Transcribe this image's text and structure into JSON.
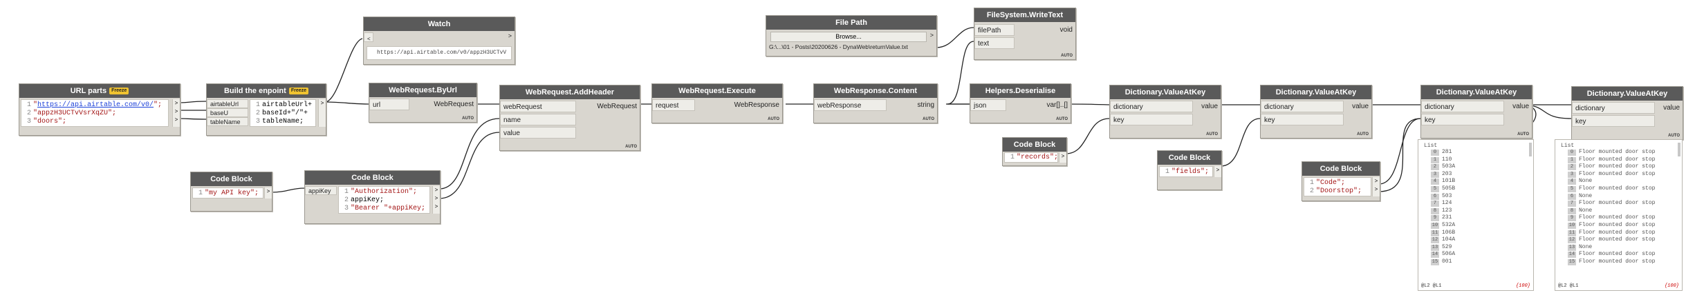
{
  "url_parts": {
    "title": "URL parts",
    "badge": "Freeze",
    "lines": [
      {
        "n": "1",
        "pre": "\"",
        "link": "https://api.airtable.com/v0/",
        "post": "\";"
      },
      {
        "n": "2",
        "text": "\"appzH3UCTvVsrXqZU\";"
      },
      {
        "n": "3",
        "text": "\"doors\";"
      }
    ]
  },
  "build_endpoint": {
    "title": "Build the enpoint",
    "badge": "Freeze",
    "inputs": [
      "airtableUrl",
      "baseU",
      "tableName"
    ],
    "lines": [
      {
        "n": "1",
        "text": "airtableUrl+"
      },
      {
        "n": "2",
        "text": "baseId+\"/\"+"
      },
      {
        "n": "3",
        "text": "tableName;"
      }
    ]
  },
  "watch": {
    "title": "Watch",
    "value": "https://api.airtable.com/v0/appzH3UCTvV"
  },
  "file_path": {
    "title": "File Path",
    "button": "Browse...",
    "value": "G:\\...\\01 - Posts\\20200626 - DynaWeb\\returnValue.txt"
  },
  "write_text": {
    "title": "FileSystem.WriteText",
    "inputs": [
      "filePath",
      "text"
    ],
    "output": "void",
    "lacing": "AUTO"
  },
  "by_url": {
    "title": "WebRequest.ByUrl",
    "inputs": [
      "url"
    ],
    "output": "WebRequest",
    "lacing": "AUTO"
  },
  "add_header": {
    "title": "WebRequest.AddHeader",
    "inputs": [
      "webRequest",
      "name",
      "value"
    ],
    "output": "WebRequest",
    "lacing": "AUTO"
  },
  "execute": {
    "title": "WebRequest.Execute",
    "inputs": [
      "request"
    ],
    "output": "WebResponse",
    "lacing": "AUTO"
  },
  "content": {
    "title": "WebResponse.Content",
    "inputs": [
      "webResponse"
    ],
    "output": "string",
    "lacing": "AUTO"
  },
  "deserialise": {
    "title": "Helpers.Deserialise",
    "inputs": [
      "json"
    ],
    "output": "var[]..[]",
    "lacing": "AUTO"
  },
  "dict1": {
    "title": "Dictionary.ValueAtKey",
    "inputs": [
      "dictionary",
      "key"
    ],
    "output": "value",
    "lacing": "AUTO"
  },
  "dict2": {
    "title": "Dictionary.ValueAtKey",
    "inputs": [
      "dictionary",
      "key"
    ],
    "output": "value",
    "lacing": "AUTO"
  },
  "dict3": {
    "title": "Dictionary.ValueAtKey",
    "inputs": [
      "dictionary",
      "key"
    ],
    "output": "value",
    "lacing": "AUTO"
  },
  "dict4": {
    "title": "Dictionary.ValueAtKey",
    "inputs": [
      "dictionary",
      "key"
    ],
    "output": "value",
    "lacing": "AUTO"
  },
  "cb_apikey": {
    "title": "Code Block",
    "lines": [
      {
        "n": "1",
        "text": "\"my API key\";"
      }
    ]
  },
  "cb_header": {
    "title": "Code Block",
    "inputs": [
      "appiKey"
    ],
    "lines": [
      {
        "n": "1",
        "text": "\"Authorization\";"
      },
      {
        "n": "2",
        "text": "appiKey;"
      },
      {
        "n": "3",
        "text": "\"Bearer \"+appiKey;"
      }
    ]
  },
  "cb_records": {
    "title": "Code Block",
    "lines": [
      {
        "n": "1",
        "text": "\"records\";"
      }
    ]
  },
  "cb_fields": {
    "title": "Code Block",
    "lines": [
      {
        "n": "1",
        "text": "\"fields\";"
      }
    ]
  },
  "cb_doorstop": {
    "title": "Code Block",
    "lines": [
      {
        "n": "1",
        "text": "\"Code\";"
      },
      {
        "n": "2",
        "text": "\"Doorstop\";"
      }
    ]
  },
  "list_codes": {
    "header": "List",
    "items": [
      "281",
      "110",
      "503A",
      "203",
      "101B",
      "505B",
      "503",
      "124",
      "123",
      "231",
      "532A",
      "106B",
      "104A",
      "529",
      "506A",
      "001"
    ],
    "footer": "@L2 @L1",
    "count": "{100}"
  },
  "list_doorstops": {
    "header": "List",
    "items": [
      "Floor mounted door stop",
      "Floor mounted door stop",
      "Floor mounted door stop",
      "Floor mounted door stop",
      "None",
      "Floor mounted door stop",
      "None",
      "Floor mounted door stop",
      "None",
      "Floor mounted door stop",
      "Floor mounted door stop",
      "Floor mounted door stop",
      "Floor mounted door stop",
      "None",
      "Floor mounted door stop",
      "Floor mounted door stop"
    ],
    "footer": "@L2 @L1",
    "count": "{100}"
  },
  "colors": {
    "header": "#5a5a5a",
    "node": "#d9d6cf",
    "wire": "#222222",
    "freeze": "#f0c330",
    "link": "#1a3fd8"
  }
}
